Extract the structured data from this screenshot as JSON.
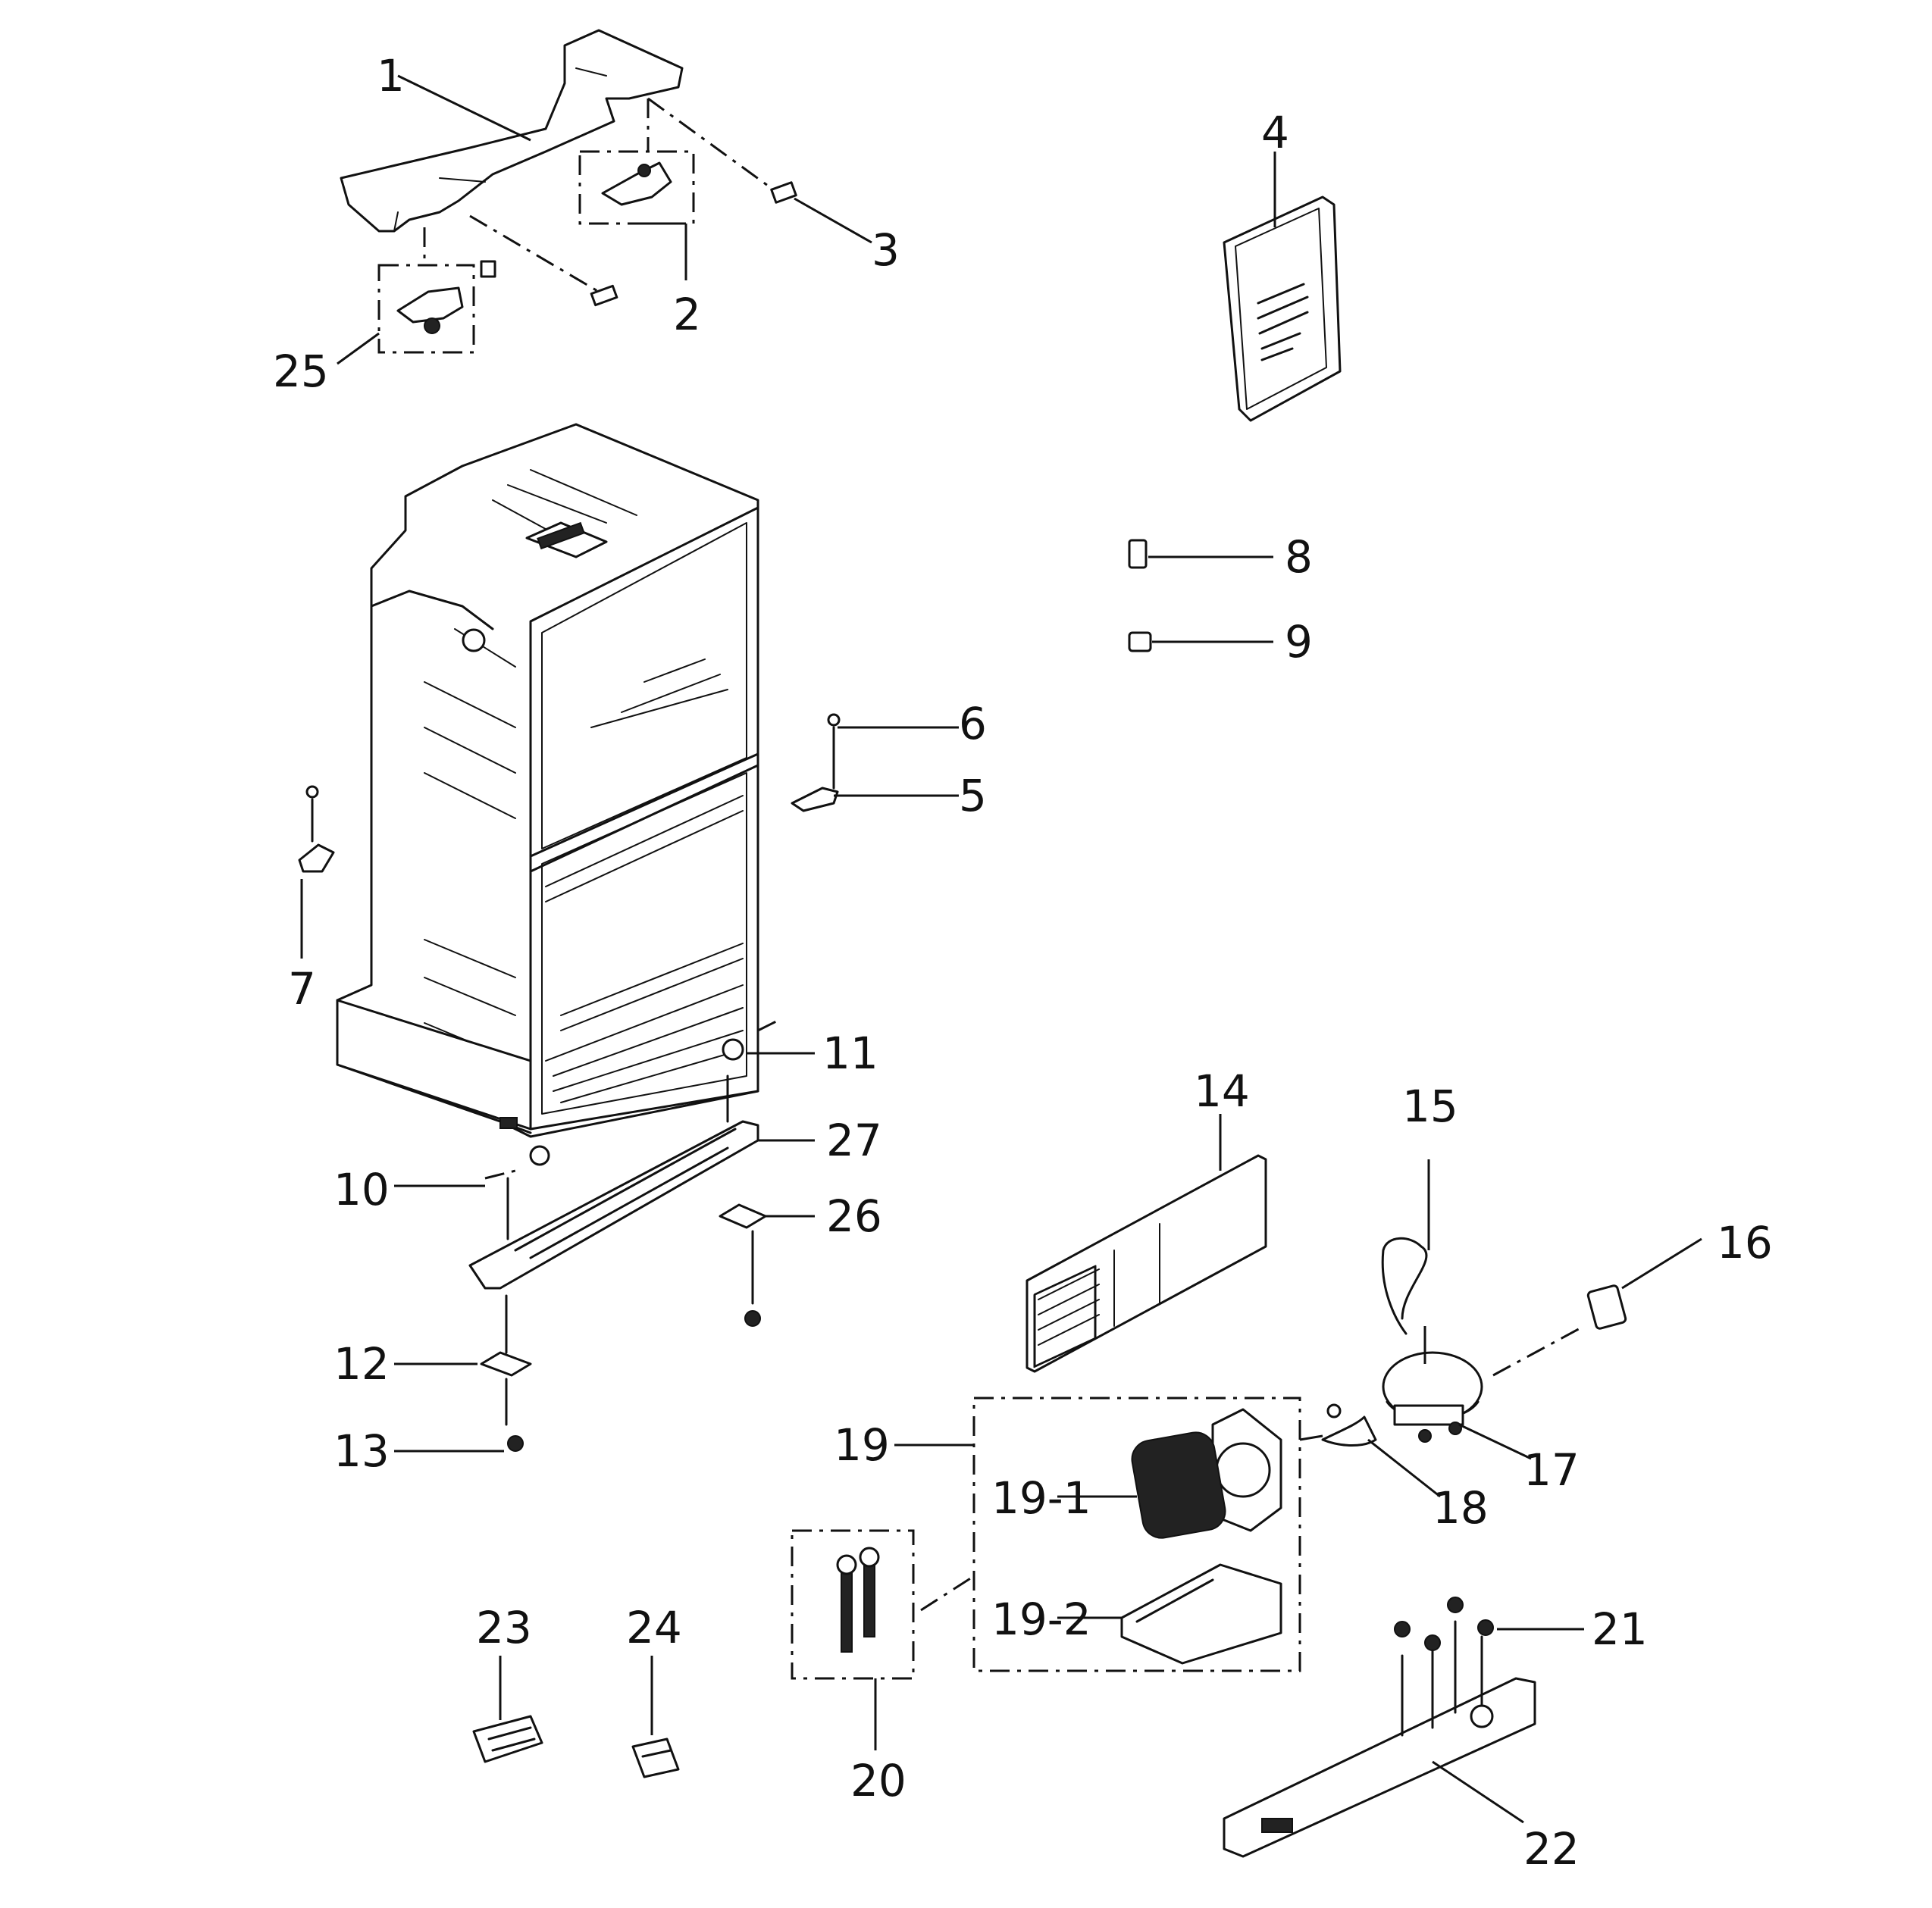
{
  "labels": {
    "p1": "1",
    "p2": "2",
    "p3": "3",
    "p4": "4",
    "p5": "5",
    "p6": "6",
    "p7": "7",
    "p8": "8",
    "p9": "9",
    "p10": "10",
    "p11": "11",
    "p12": "12",
    "p13": "13",
    "p14": "14",
    "p15": "15",
    "p16": "16",
    "p17": "17",
    "p18": "18",
    "p19": "19",
    "p19_1": "19-1",
    "p19_2": "19-2",
    "p20": "20",
    "p21": "21",
    "p22": "22",
    "p23": "23",
    "p24": "24",
    "p25": "25",
    "p26": "26",
    "p27": "27"
  }
}
